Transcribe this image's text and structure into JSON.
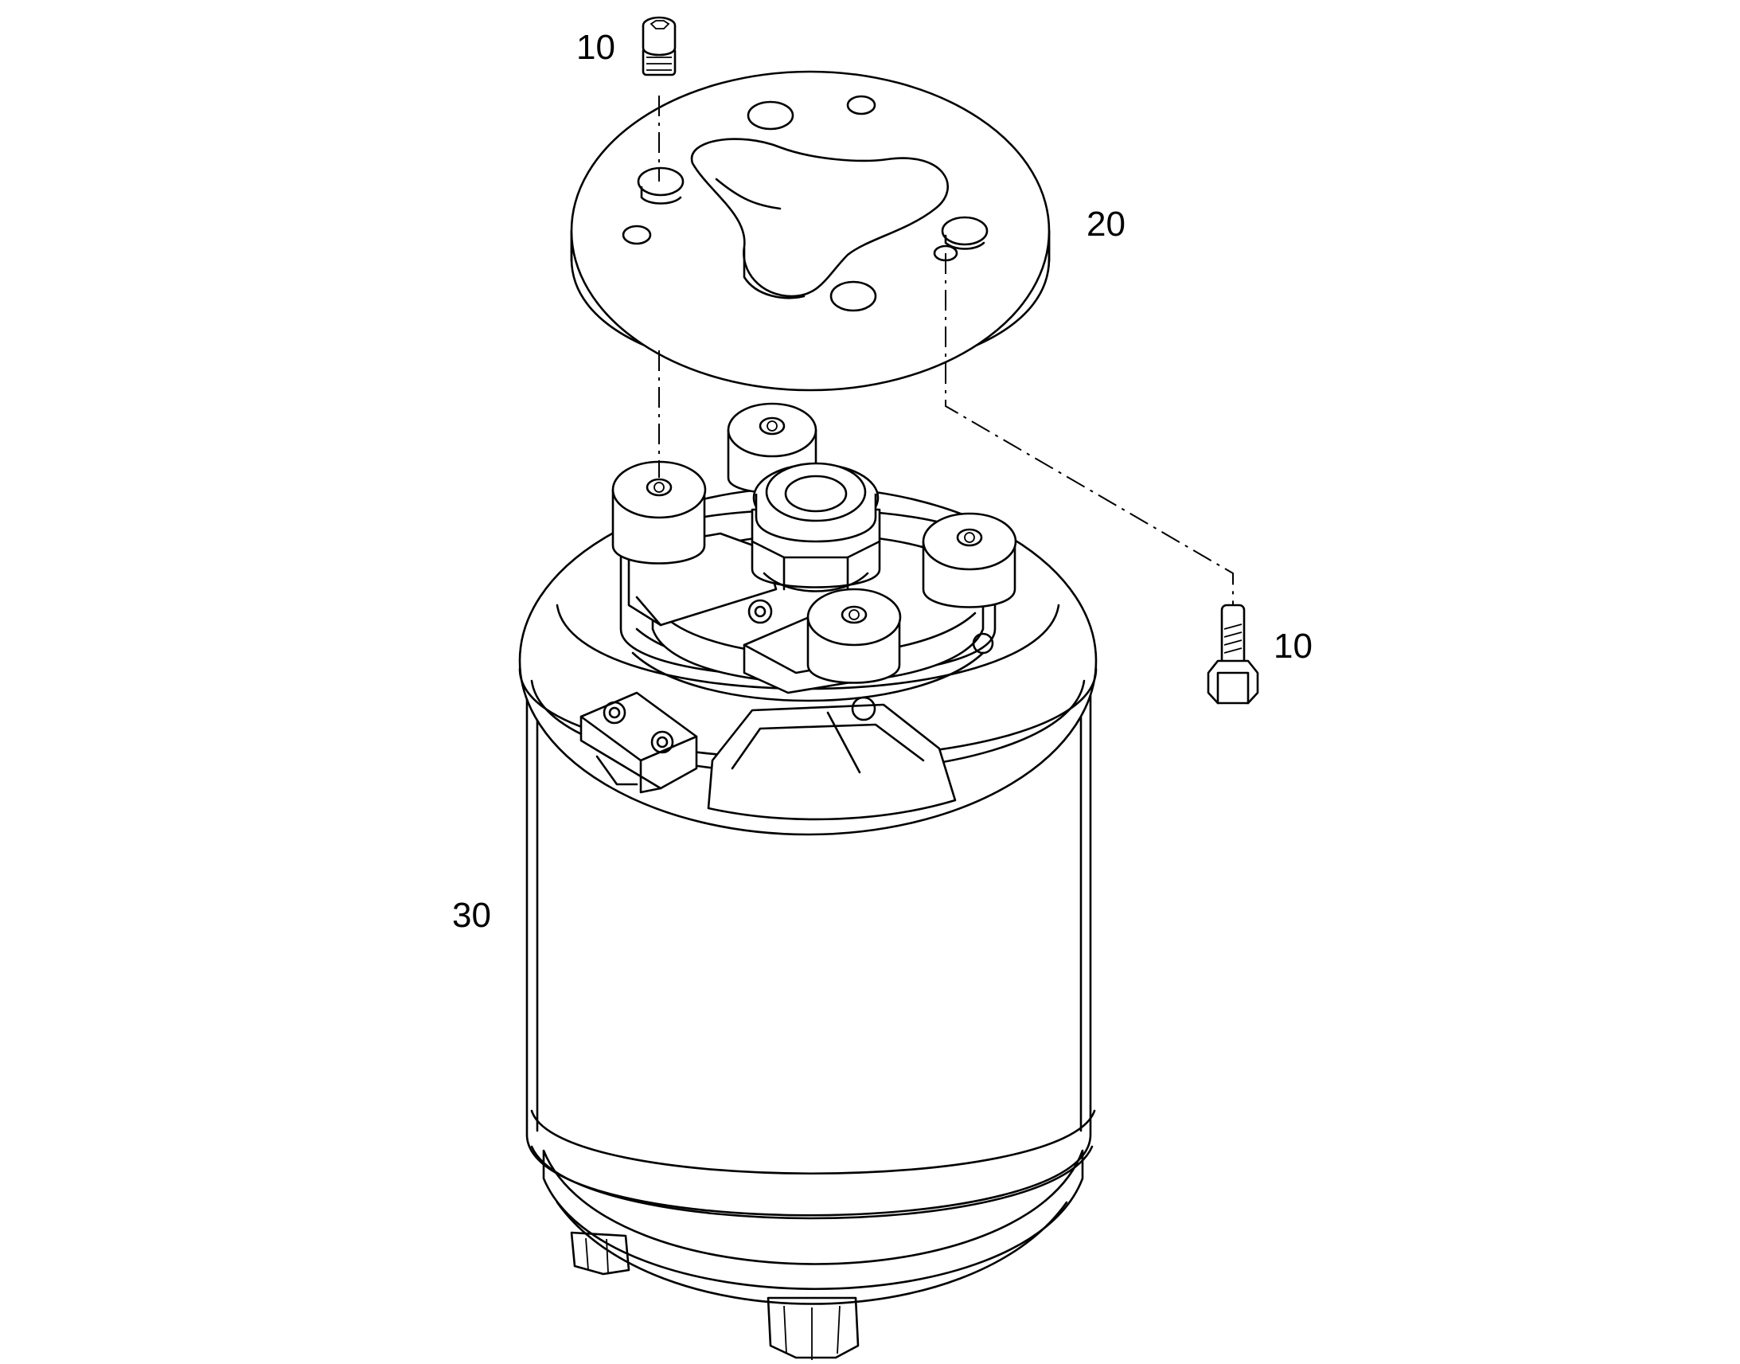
{
  "callouts": [
    {
      "id": "screw-top",
      "label": "10"
    },
    {
      "id": "plate",
      "label": "20"
    },
    {
      "id": "screw-right",
      "label": "10"
    },
    {
      "id": "canister",
      "label": "30"
    }
  ],
  "colors": {
    "line": "#000000",
    "background": "#ffffff"
  }
}
